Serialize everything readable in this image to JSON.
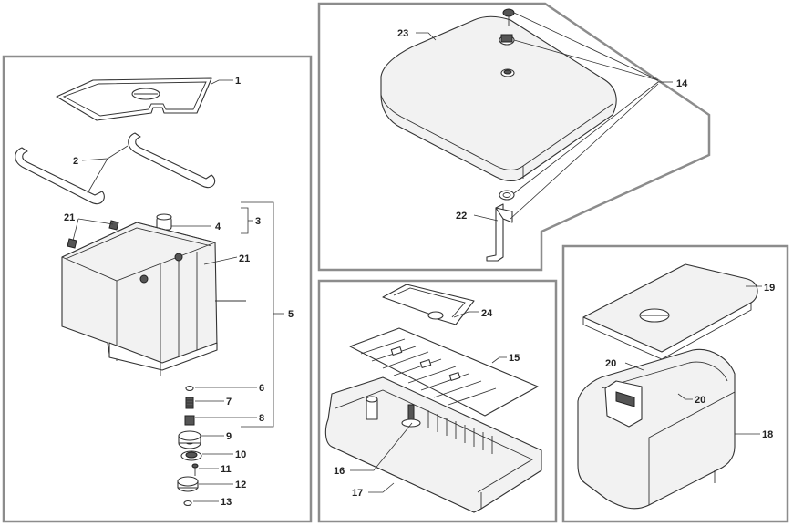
{
  "callouts": {
    "p1": "1",
    "p2": "2",
    "p3": "3",
    "p4": "4",
    "p5": "5",
    "p6": "6",
    "p7": "7",
    "p8": "8",
    "p9": "9",
    "p10": "10",
    "p11": "11",
    "p12": "12",
    "p13": "13",
    "p14": "14",
    "p15": "15",
    "p16": "16",
    "p17": "17",
    "p18": "18",
    "p19": "19",
    "p20a": "20",
    "p20b": "20",
    "p21a": "21",
    "p21b": "21",
    "p22": "22",
    "p23": "23",
    "p24": "24"
  },
  "colors": {
    "frame": "#8c8c8c",
    "ink": "#333333",
    "part_fill": "#f2f2f2"
  }
}
